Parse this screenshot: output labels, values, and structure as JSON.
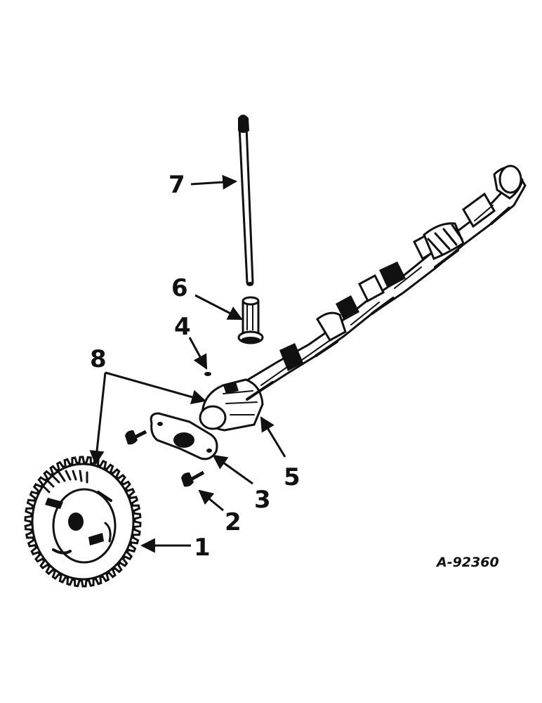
{
  "diagram": {
    "reference_code": "A-92360",
    "callouts": [
      "1",
      "2",
      "3",
      "4",
      "5",
      "6",
      "7",
      "8"
    ]
  },
  "colors": {
    "ink": "#111111",
    "background": "#ffffff"
  }
}
